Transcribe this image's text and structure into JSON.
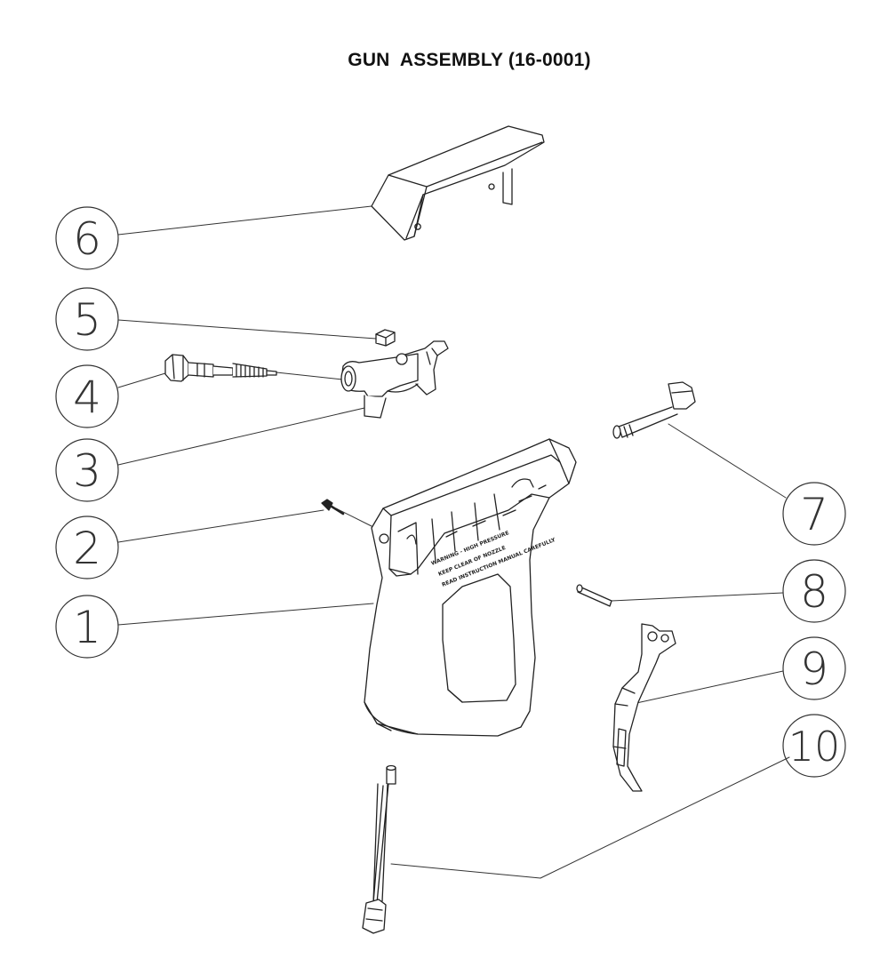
{
  "title": "GUN  ASSEMBLY (16-0001)",
  "callouts": [
    {
      "id": "1",
      "label": "1"
    },
    {
      "id": "2",
      "label": "2"
    },
    {
      "id": "3",
      "label": "3"
    },
    {
      "id": "4",
      "label": "4"
    },
    {
      "id": "5",
      "label": "5"
    },
    {
      "id": "6",
      "label": "6"
    },
    {
      "id": "7",
      "label": "7"
    },
    {
      "id": "8",
      "label": "8"
    },
    {
      "id": "9",
      "label": "9"
    },
    {
      "id": "10",
      "label": "10"
    }
  ],
  "warning_label": {
    "line1": "WARNING - HIGH PRESSURE",
    "line2": "KEEP CLEAR OF NOZZLE",
    "line3": "READ INSTRUCTION MANUAL CAREFULLY"
  },
  "colors": {
    "line": "#222222",
    "fill": "#ffffff",
    "shade": "#e9e9e9"
  }
}
